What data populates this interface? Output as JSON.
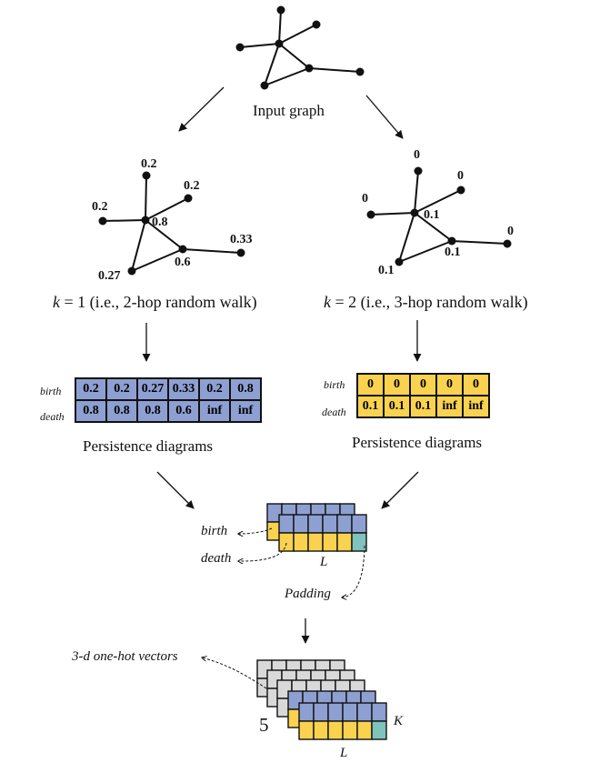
{
  "input_graph": {
    "caption": "Input graph"
  },
  "left_graph": {
    "values": [
      "0.2",
      "0.2",
      "0.2",
      "0.8",
      "0.33",
      "0.6",
      "0.27"
    ],
    "k_var": "k",
    "k_text": " = 1 (i.e., 2-hop random walk)"
  },
  "right_graph": {
    "values": [
      "0",
      "0",
      "0",
      "0.1",
      "0",
      "0.1",
      "0.1"
    ],
    "k_var": "k",
    "k_text": " = 2 (i.e., 3-hop random walk)"
  },
  "left_pd": {
    "birth_label": "birth",
    "death_label": "death",
    "birth": [
      "0.2",
      "0.2",
      "0.27",
      "0.33",
      "0.2",
      "0.8"
    ],
    "death": [
      "0.8",
      "0.8",
      "0.8",
      "0.6",
      "inf",
      "inf"
    ],
    "caption": "Persistence diagrams"
  },
  "right_pd": {
    "birth_label": "birth",
    "death_label": "death",
    "birth": [
      "0",
      "0",
      "0",
      "0",
      "0"
    ],
    "death": [
      "0.1",
      "0.1",
      "0.1",
      "inf",
      "inf"
    ],
    "caption": "Persistence diagrams"
  },
  "stack": {
    "birth_label": "birth",
    "death_label": "death",
    "L_label": "L",
    "padding_label": "Padding"
  },
  "tensor": {
    "onehot_label": "3-d one-hot vectors",
    "depth_label": "5",
    "K_label": "K",
    "L_label": "L"
  },
  "colors": {
    "blue": "#8ea0d2",
    "yellow": "#f9d24f",
    "gray": "#d9d9d9",
    "teal": "#7fc3bd"
  }
}
